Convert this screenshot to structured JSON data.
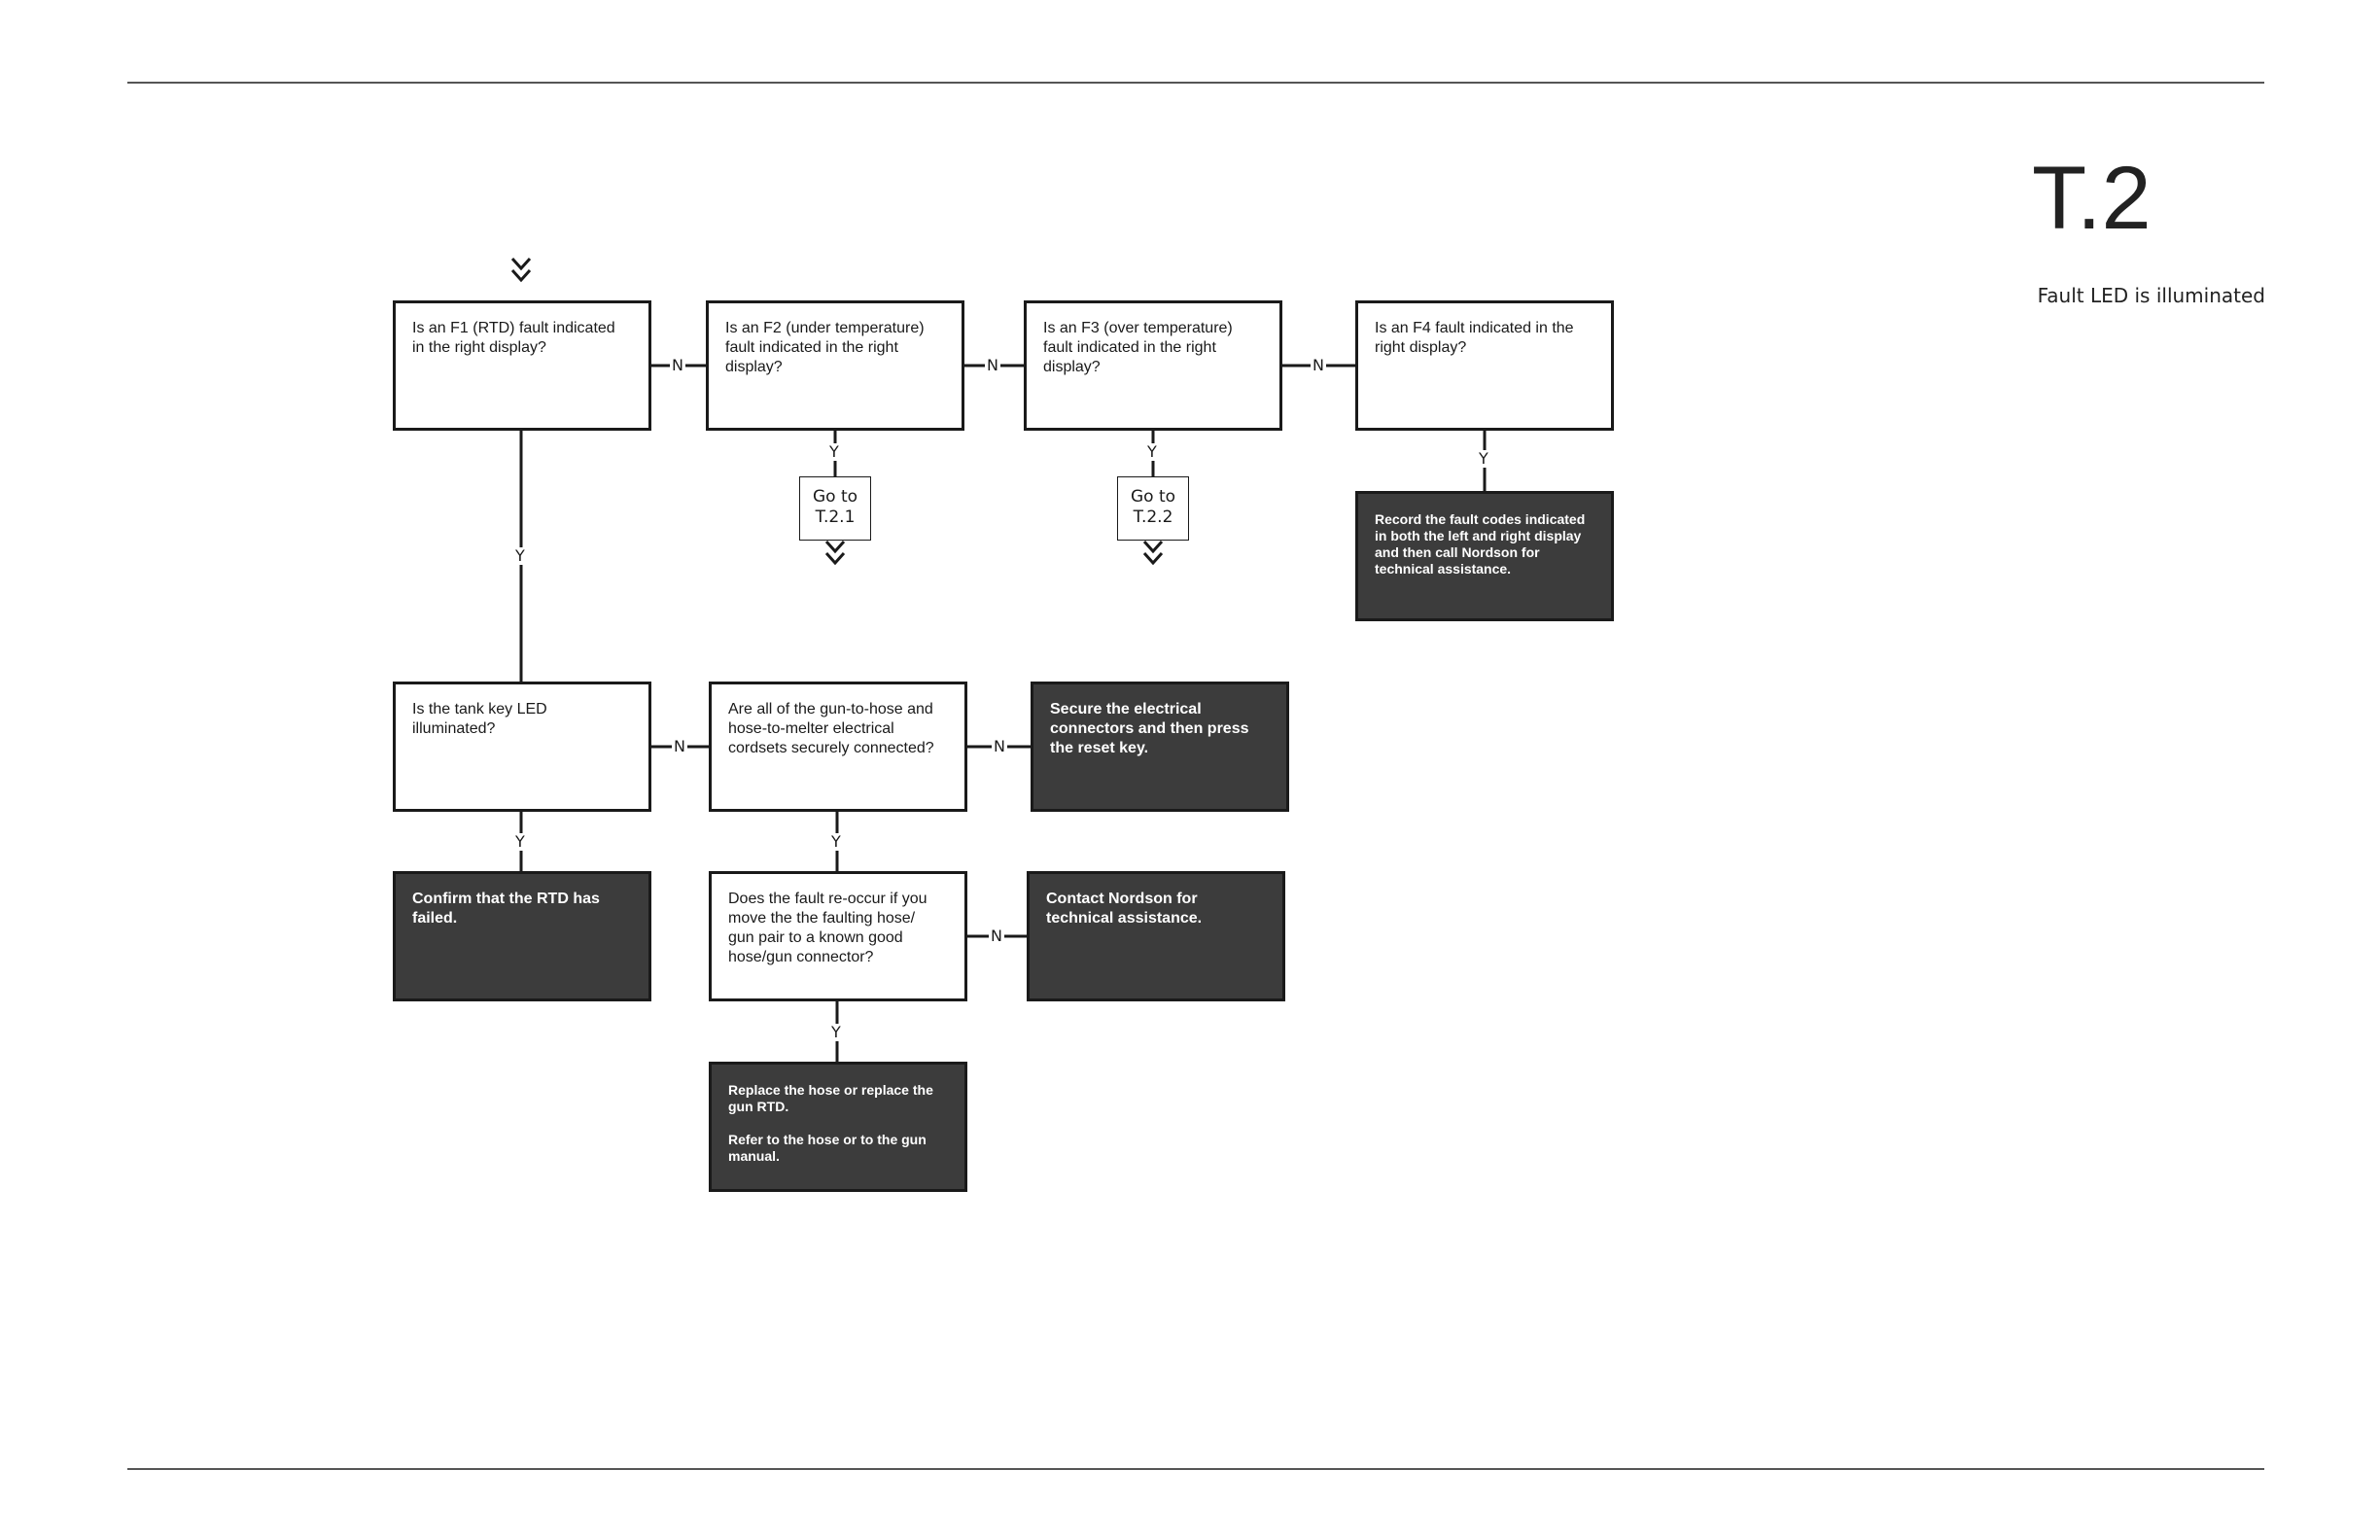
{
  "header": {
    "section_number": "T.2",
    "subtitle": "Fault LED is illuminated"
  },
  "flowchart": {
    "decisions": {
      "f1": [
        "Is an F1 (RTD) fault indicated",
        "in the right display?"
      ],
      "f2": [
        "Is an F2 (under temperature)",
        "fault indicated in the right",
        "display?"
      ],
      "f3": [
        "Is an F3 (over temperature)",
        "fault indicated in the right",
        "display?"
      ],
      "f4": [
        "Is an F4 fault indicated in the",
        "right display?"
      ],
      "tank": [
        "Is the tank key LED",
        "illuminated?"
      ],
      "cordsets": [
        "Are all of the gun-to-hose and",
        "hose-to-melter electrical",
        "cordsets securely connected?"
      ],
      "reoccur": [
        "Does the fault re-occur if you",
        "move  the the faulting hose/",
        "gun pair to a known good",
        "hose/gun connector?"
      ]
    },
    "actions": {
      "record": [
        "Record the fault codes indicated",
        "in both the left and right display",
        "and then call Nordson for",
        "technical assistance."
      ],
      "secure": [
        "Secure the electrical",
        "connectors and then press",
        "the reset key."
      ],
      "confirm": [
        "Confirm that the RTD has",
        "failed."
      ],
      "contact": [
        "Contact Nordson for",
        "technical assistance."
      ],
      "replace_1": [
        "Replace the hose or replace the",
        "gun RTD."
      ],
      "replace_2": [
        "Refer to the hose or to the gun",
        "manual."
      ]
    },
    "gotos": {
      "t221": [
        "Go to",
        "T.2.1"
      ],
      "t222": [
        "Go to",
        "T.2.2"
      ]
    },
    "labels": {
      "yes": "Y",
      "no": "N"
    }
  }
}
